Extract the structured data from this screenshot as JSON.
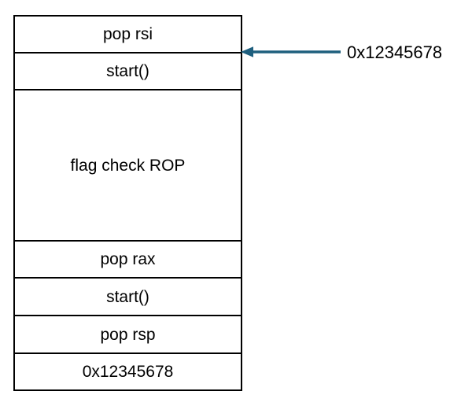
{
  "diagram": {
    "title": "rop-stack-layout",
    "stack": {
      "rows": [
        "pop rsi",
        "start()",
        "flag check ROP",
        "pop rax",
        "start()",
        "pop rsp",
        "0x12345678"
      ]
    },
    "pointer": {
      "label": "0x12345678",
      "points_to": "boundary below top cell"
    }
  },
  "colors": {
    "arrow": "#1e5f7e",
    "border": "#000000",
    "text": "#000000",
    "background": "#ffffff"
  }
}
